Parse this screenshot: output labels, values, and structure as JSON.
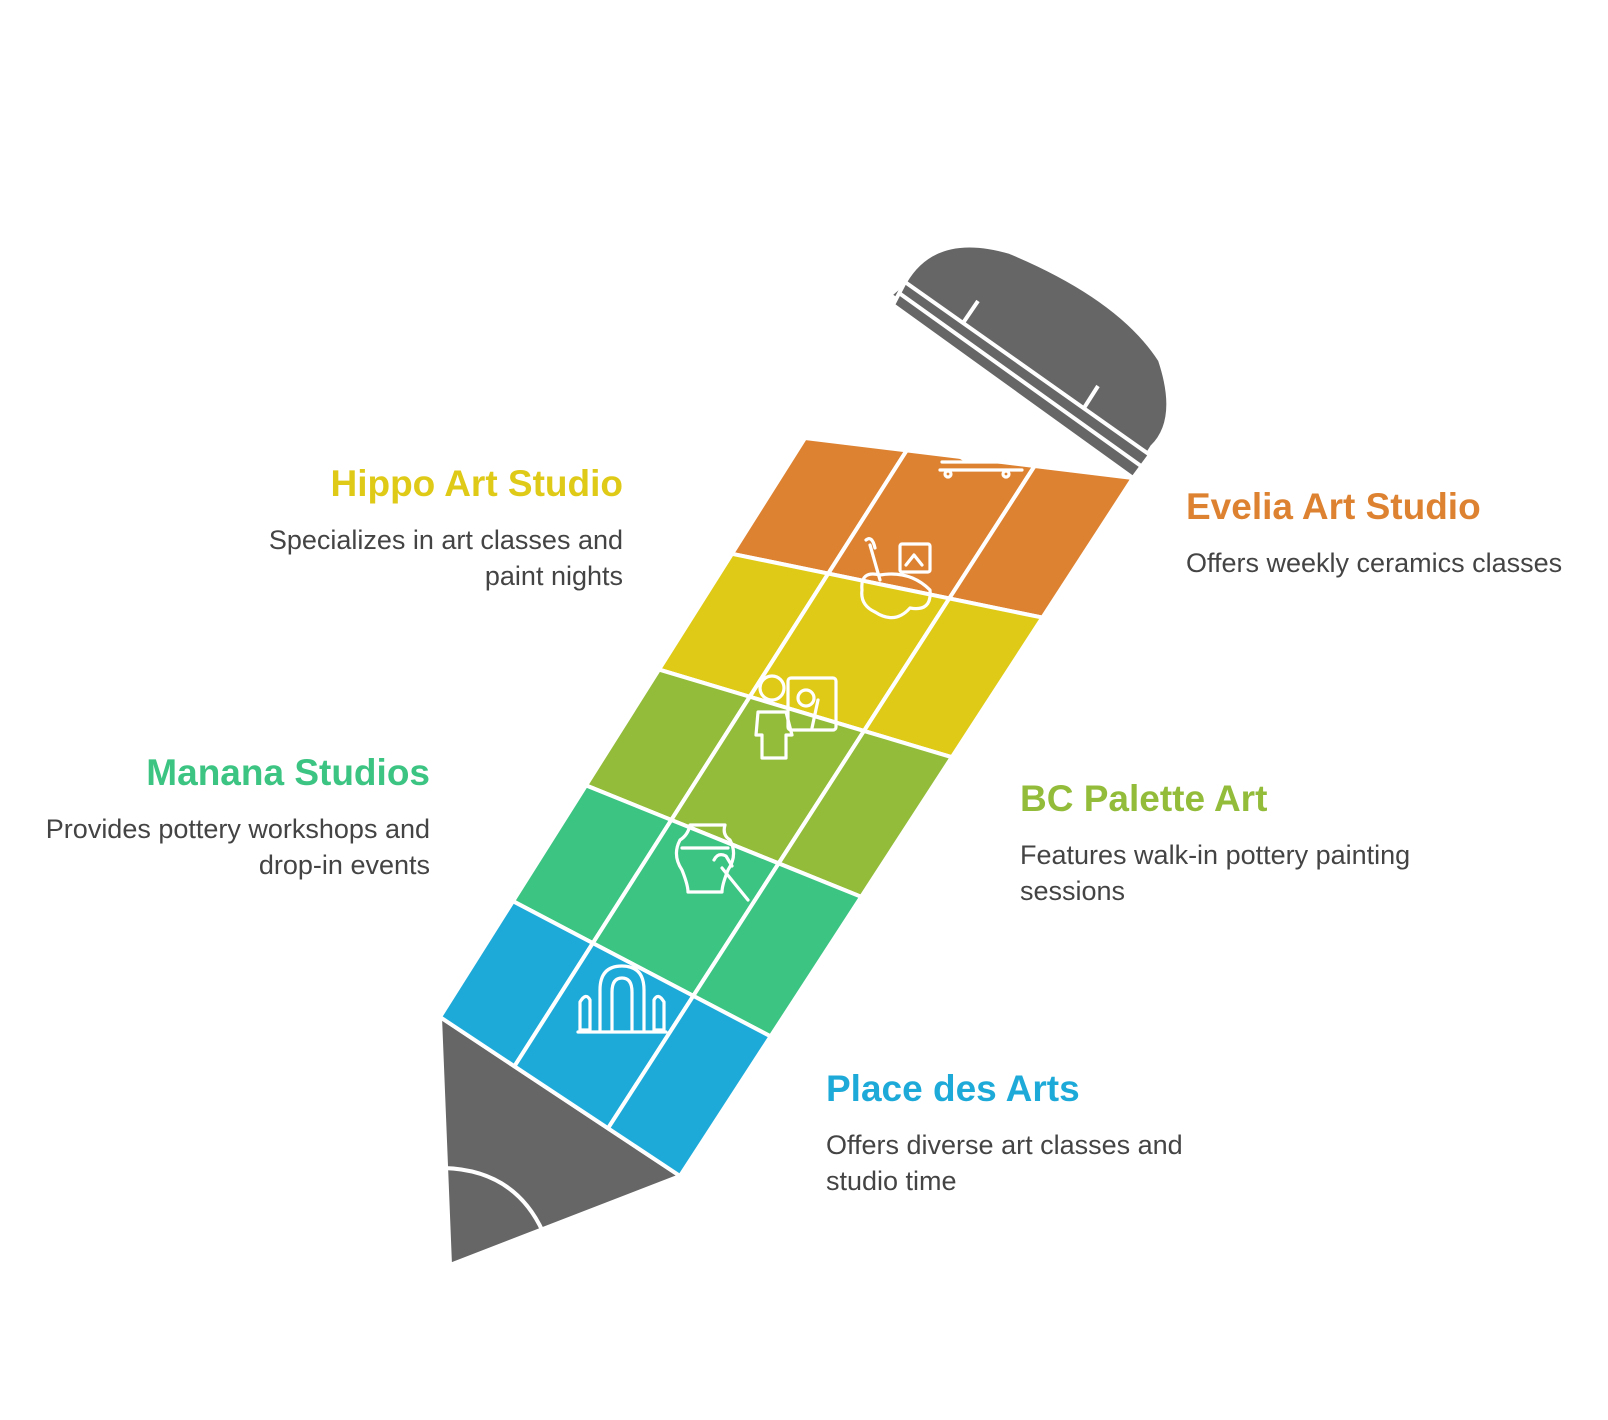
{
  "colors": {
    "pencil_body": "#666666",
    "outline": "#ffffff",
    "text": "#444444"
  },
  "items": [
    {
      "title": "Evelia Art Studio",
      "description": "Offers weekly ceramics classes",
      "color": "#DD8231",
      "icon": "teapot-icon"
    },
    {
      "title": "Hippo Art Studio",
      "description": "Specializes in art classes and paint nights",
      "color": "#DFCA17",
      "icon": "paint-palette-icon"
    },
    {
      "title": "BC Palette Art",
      "description": "Features walk-in pottery painting sessions",
      "color": "#93BC3B",
      "icon": "painting-instructor-icon"
    },
    {
      "title": "Manana Studios",
      "description": "Provides pottery workshops and drop-in events",
      "color": "#3CC483",
      "icon": "vase-and-brush-icon"
    },
    {
      "title": "Place des Arts",
      "description": "Offers diverse art classes and studio time",
      "color": "#1EAAD9",
      "icon": "arched-building-icon"
    }
  ]
}
